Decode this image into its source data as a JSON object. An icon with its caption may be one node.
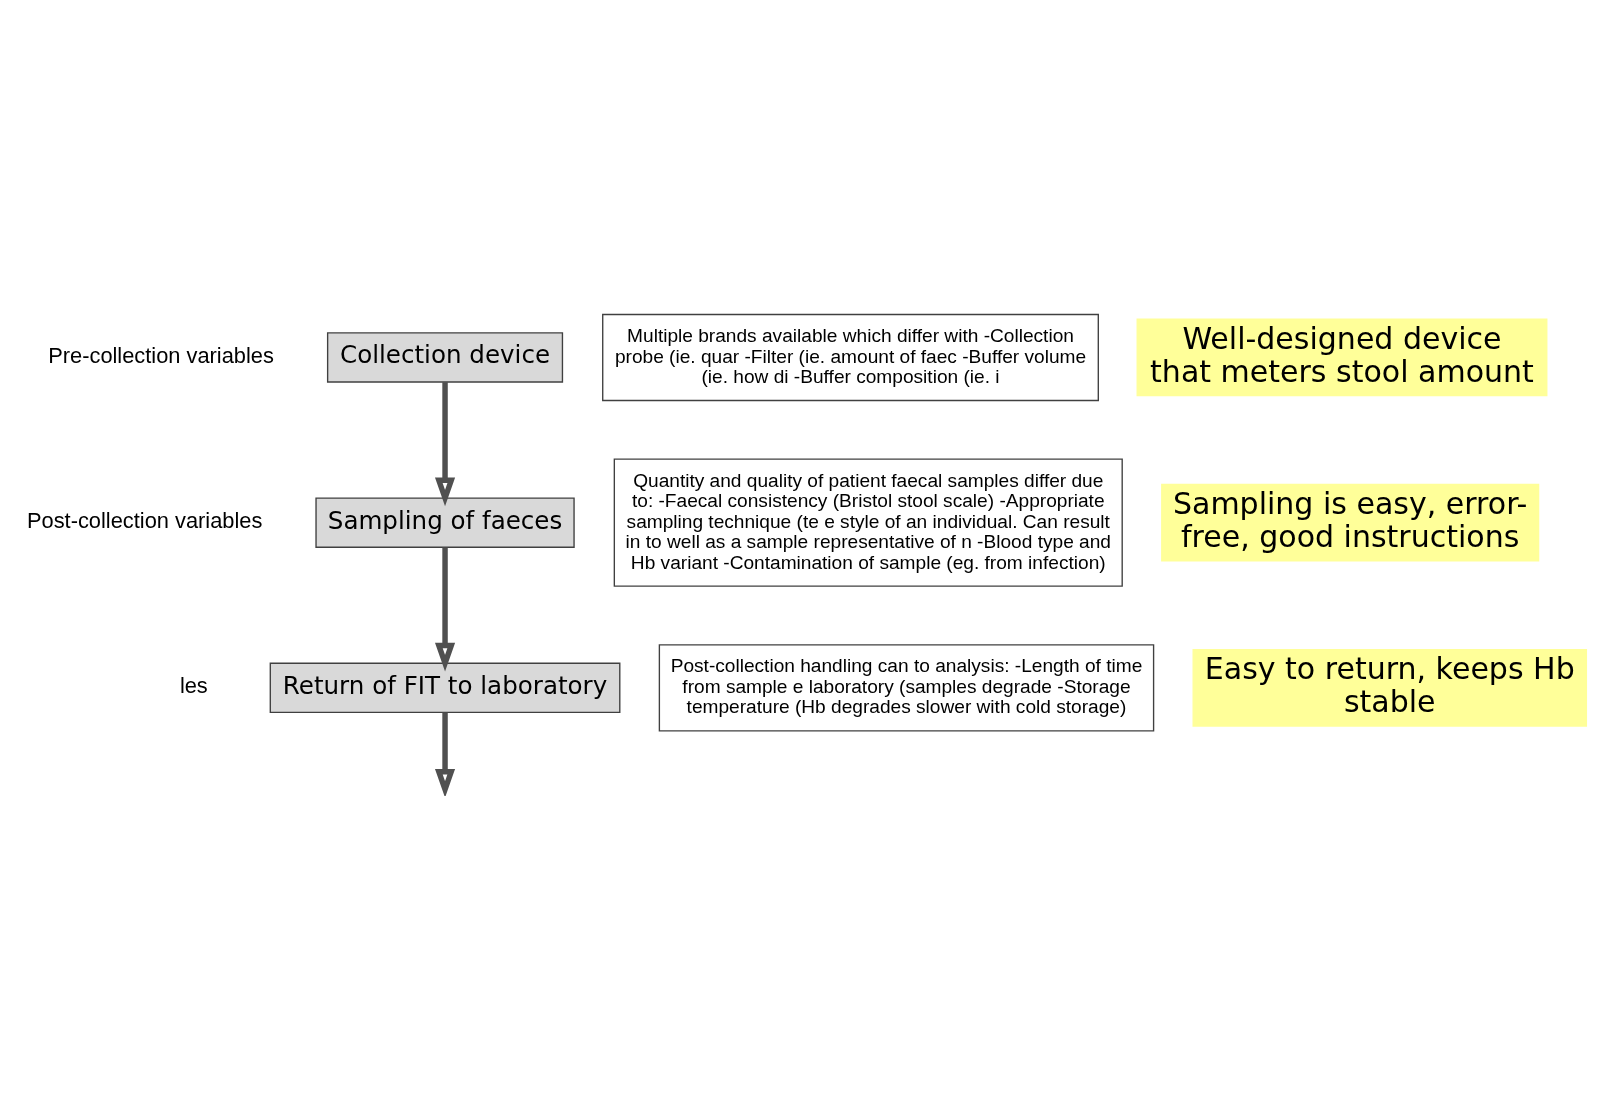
{
  "diagram": {
    "nodes": [
      {
        "text": [
          "Collection device"
        ]
      },
      {
        "text": [
          "Sampling of faeces"
        ]
      },
      {
        "text": [
          "Return of FIT to laboratory"
        ]
      },
      {
        "text": [
          "Multiple brands available which differ with -Collection probe (ie. quar -Filter (ie. amount of faec -Buffer volume (ie. how di -Buffer composition (ie. i"
        ]
      },
      {
        "text": [
          "Quantity and quality of patient faecal samples differ due to: -Faecal consistency (Bristol stool scale) -Appropriate sampling technique (te e style of an individual. Can result in to well as a sample representative of n -Blood type and Hb variant -Contamination of sample (eg. from infection)"
        ]
      },
      {
        "text": [
          "Post-collection handling can to analysis: -Length of time from sample e laboratory (samples degrade -Storage temperature (Hb degrades slower with cold storage)"
        ]
      },
      {
        "text": [
          "Well-designed device that meters stool amount"
        ]
      },
      {
        "text": [
          "Sampling is easy, error-free, good instructions"
        ]
      },
      {
        "text": [
          "Easy to return, keeps Hb stable"
        ]
      }
    ],
    "edges": [
      {
        "from": 0,
        "to": 1,
        "arrow": "to"
      },
      {
        "from": 1,
        "to": 2,
        "arrow": "to"
      },
      {
        "from": 2,
        "to": null,
        "arrow": "to"
      }
    ],
    "labels": [
      "Pre-collection variables",
      "Post-collection variables",
      "les"
    ]
  }
}
